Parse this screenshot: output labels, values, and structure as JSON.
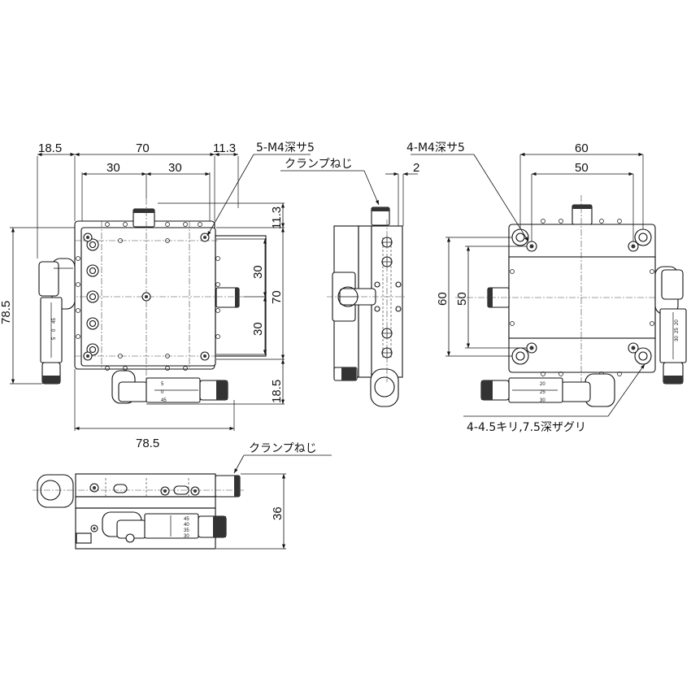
{
  "top_view": {
    "dims": {
      "top_left": "18.5",
      "top_total": "70",
      "top_right": "11.3",
      "top_half_a": "30",
      "top_half_b": "30",
      "right_upper": "11.3",
      "right_a": "30",
      "right_b": "30",
      "right_total": "70",
      "right_lower": "18.5",
      "left_total": "78.5",
      "bottom_total": "78.5"
    },
    "note_tapped": "5-M4深サ5"
  },
  "side_view": {
    "clamp_label": "クランプねじ",
    "dim_2": "2"
  },
  "right_view": {
    "note_tapped": "4-M4深サ5",
    "note_counterbore": "4-4.5キリ,7.5深ザグリ",
    "dims": {
      "top_outer": "60",
      "top_inner": "50",
      "left_outer": "60",
      "left_inner": "50"
    },
    "scale_labels": [
      "30",
      "25",
      "20"
    ],
    "scale_labels_2": [
      "20",
      "25",
      "30"
    ]
  },
  "front_view": {
    "clamp_label": "クランプねじ",
    "dim_height": "36",
    "scale_labels": [
      "45",
      "40",
      "35",
      "30"
    ]
  },
  "top_view_scale_labels": [
    "5",
    "0",
    "45"
  ],
  "left_scale_labels": [
    "45",
    "0",
    "5"
  ]
}
